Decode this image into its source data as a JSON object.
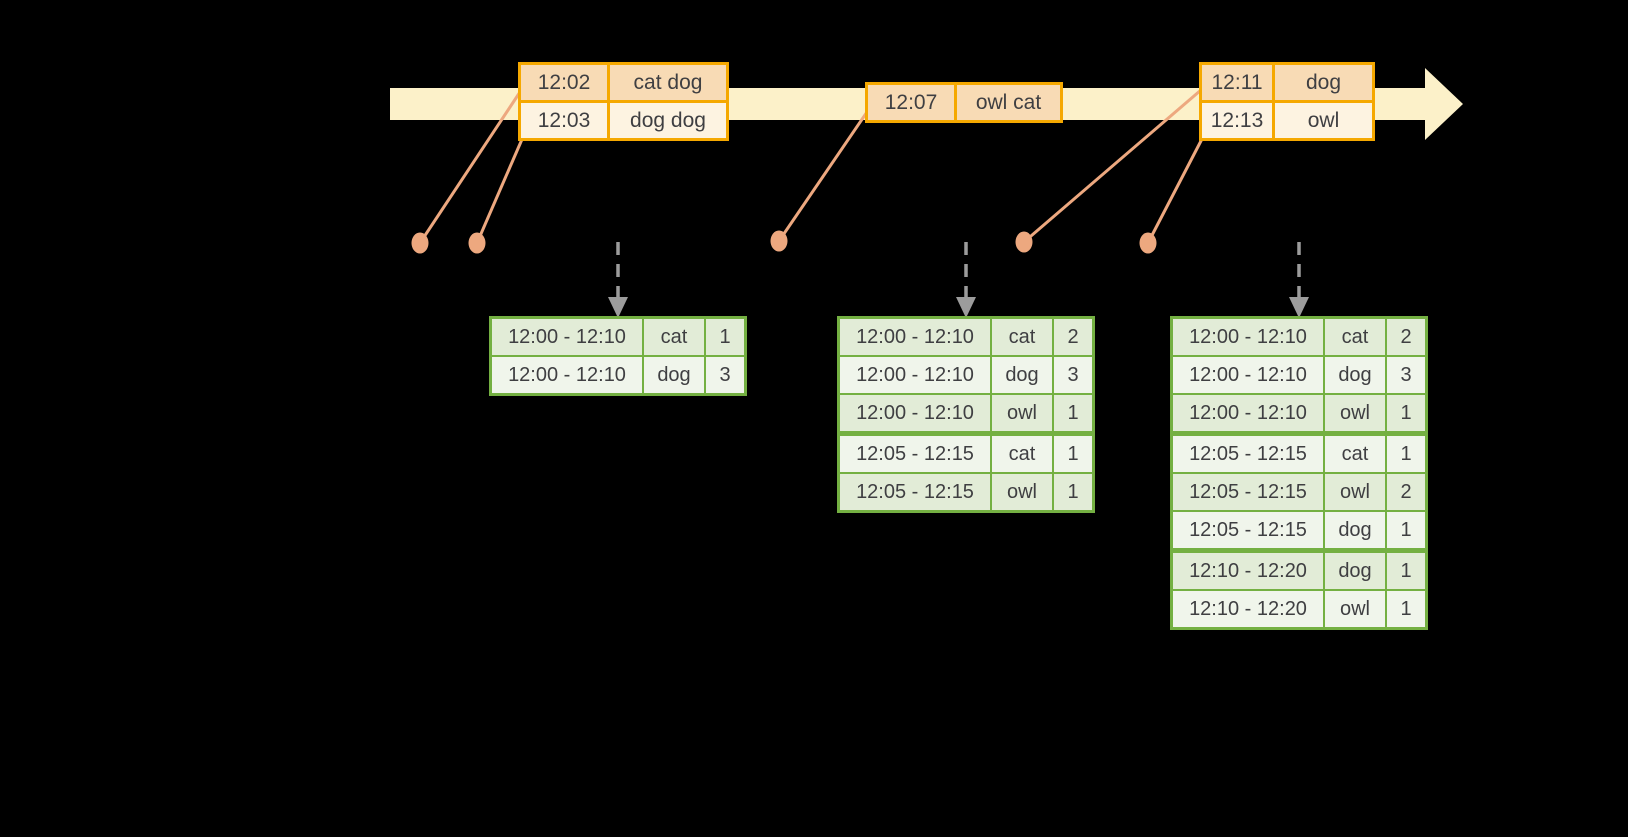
{
  "background_color": "#000000",
  "colors": {
    "timeline_band": "#FCF1C9",
    "event_table_border": "#F5A800",
    "event_row_dark": "#F8DBB5",
    "event_row_light": "#FDF3E1",
    "connector_salmon": "#EDA87F",
    "result_table_border": "#74B042",
    "result_row_dark": "#E2ECD7",
    "result_row_light": "#F0F5EB",
    "trigger_arrow_gray": "#9C9C9C",
    "text": "#3F3F42"
  },
  "icons": {
    "timeline_arrow": "right-arrow-icon",
    "trigger_arrow": "down-dashed-arrow-icon",
    "event_marker": "dot-icon"
  },
  "timeline": {
    "event_tables": [
      {
        "rows": [
          {
            "time": "12:02",
            "words": "cat dog"
          },
          {
            "time": "12:03",
            "words": "dog dog"
          }
        ]
      },
      {
        "rows": [
          {
            "time": "12:07",
            "words": "owl cat"
          }
        ]
      },
      {
        "rows": [
          {
            "time": "12:11",
            "words": "dog"
          },
          {
            "time": "12:13",
            "words": "owl"
          }
        ]
      }
    ]
  },
  "result_tables": [
    {
      "rows": [
        {
          "window": "12:00 - 12:10",
          "word": "cat",
          "count": "1"
        },
        {
          "window": "12:00 - 12:10",
          "word": "dog",
          "count": "3"
        }
      ]
    },
    {
      "rows": [
        {
          "window": "12:00 - 12:10",
          "word": "cat",
          "count": "2"
        },
        {
          "window": "12:00 - 12:10",
          "word": "dog",
          "count": "3"
        },
        {
          "window": "12:00 - 12:10",
          "word": "owl",
          "count": "1"
        },
        {
          "window": "12:05 - 12:15",
          "word": "cat",
          "count": "1"
        },
        {
          "window": "12:05 - 12:15",
          "word": "owl",
          "count": "1"
        }
      ]
    },
    {
      "rows": [
        {
          "window": "12:00 - 12:10",
          "word": "cat",
          "count": "2"
        },
        {
          "window": "12:00 - 12:10",
          "word": "dog",
          "count": "3"
        },
        {
          "window": "12:00 - 12:10",
          "word": "owl",
          "count": "1"
        },
        {
          "window": "12:05 - 12:15",
          "word": "cat",
          "count": "1"
        },
        {
          "window": "12:05 - 12:15",
          "word": "owl",
          "count": "2"
        },
        {
          "window": "12:05 - 12:15",
          "word": "dog",
          "count": "1"
        },
        {
          "window": "12:10 - 12:20",
          "word": "dog",
          "count": "1"
        },
        {
          "window": "12:10 - 12:20",
          "word": "owl",
          "count": "1"
        }
      ]
    }
  ]
}
